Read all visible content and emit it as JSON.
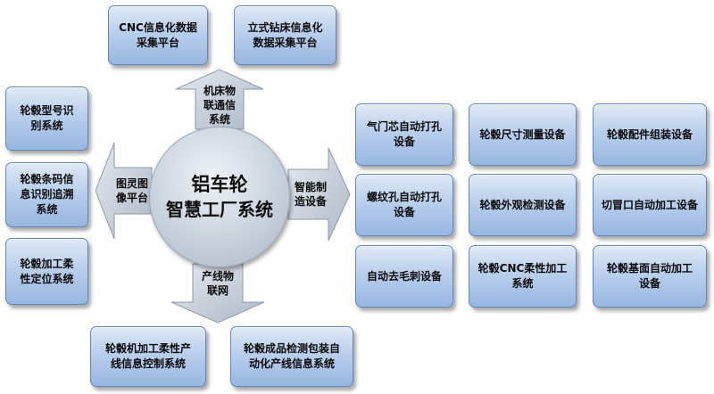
{
  "center": {
    "line1": "铝车轮",
    "line2": "智慧工厂系统"
  },
  "arrows": {
    "top": "机床物\n联通信\n系统",
    "left": "图灵图\n像平台",
    "right": "智能制\n造设备",
    "bottom": "产线物\n联网"
  },
  "top_boxes": [
    "CNC信息化数据\n采集平台",
    "立式钻床信息化\n数据采集平台"
  ],
  "left_boxes": [
    "轮毂型号识\n别系统",
    "轮毂条码信\n息识别追溯\n系统",
    "轮毂加工柔\n性定位系统"
  ],
  "bottom_boxes": [
    "轮毂机加工柔性产\n线信息控制系统",
    "轮毂成品检测包装自\n动化产线信息系统"
  ],
  "right_boxes": [
    "气门芯自动打孔\n设备",
    "轮毂尺寸测量设备",
    "轮毂配件组装设备",
    "螺纹孔自动打孔\n设备",
    "轮毂外观检测设备",
    "切冒口自动加工设备",
    "自动去毛刺设备",
    "轮毂CNC柔性加工\n系统",
    "轮毂基面自动加工\n设备"
  ],
  "colors": {
    "box_top": "#dfeaf7",
    "box_bottom": "#98b6e0",
    "arrow": "#c3cbd6"
  }
}
